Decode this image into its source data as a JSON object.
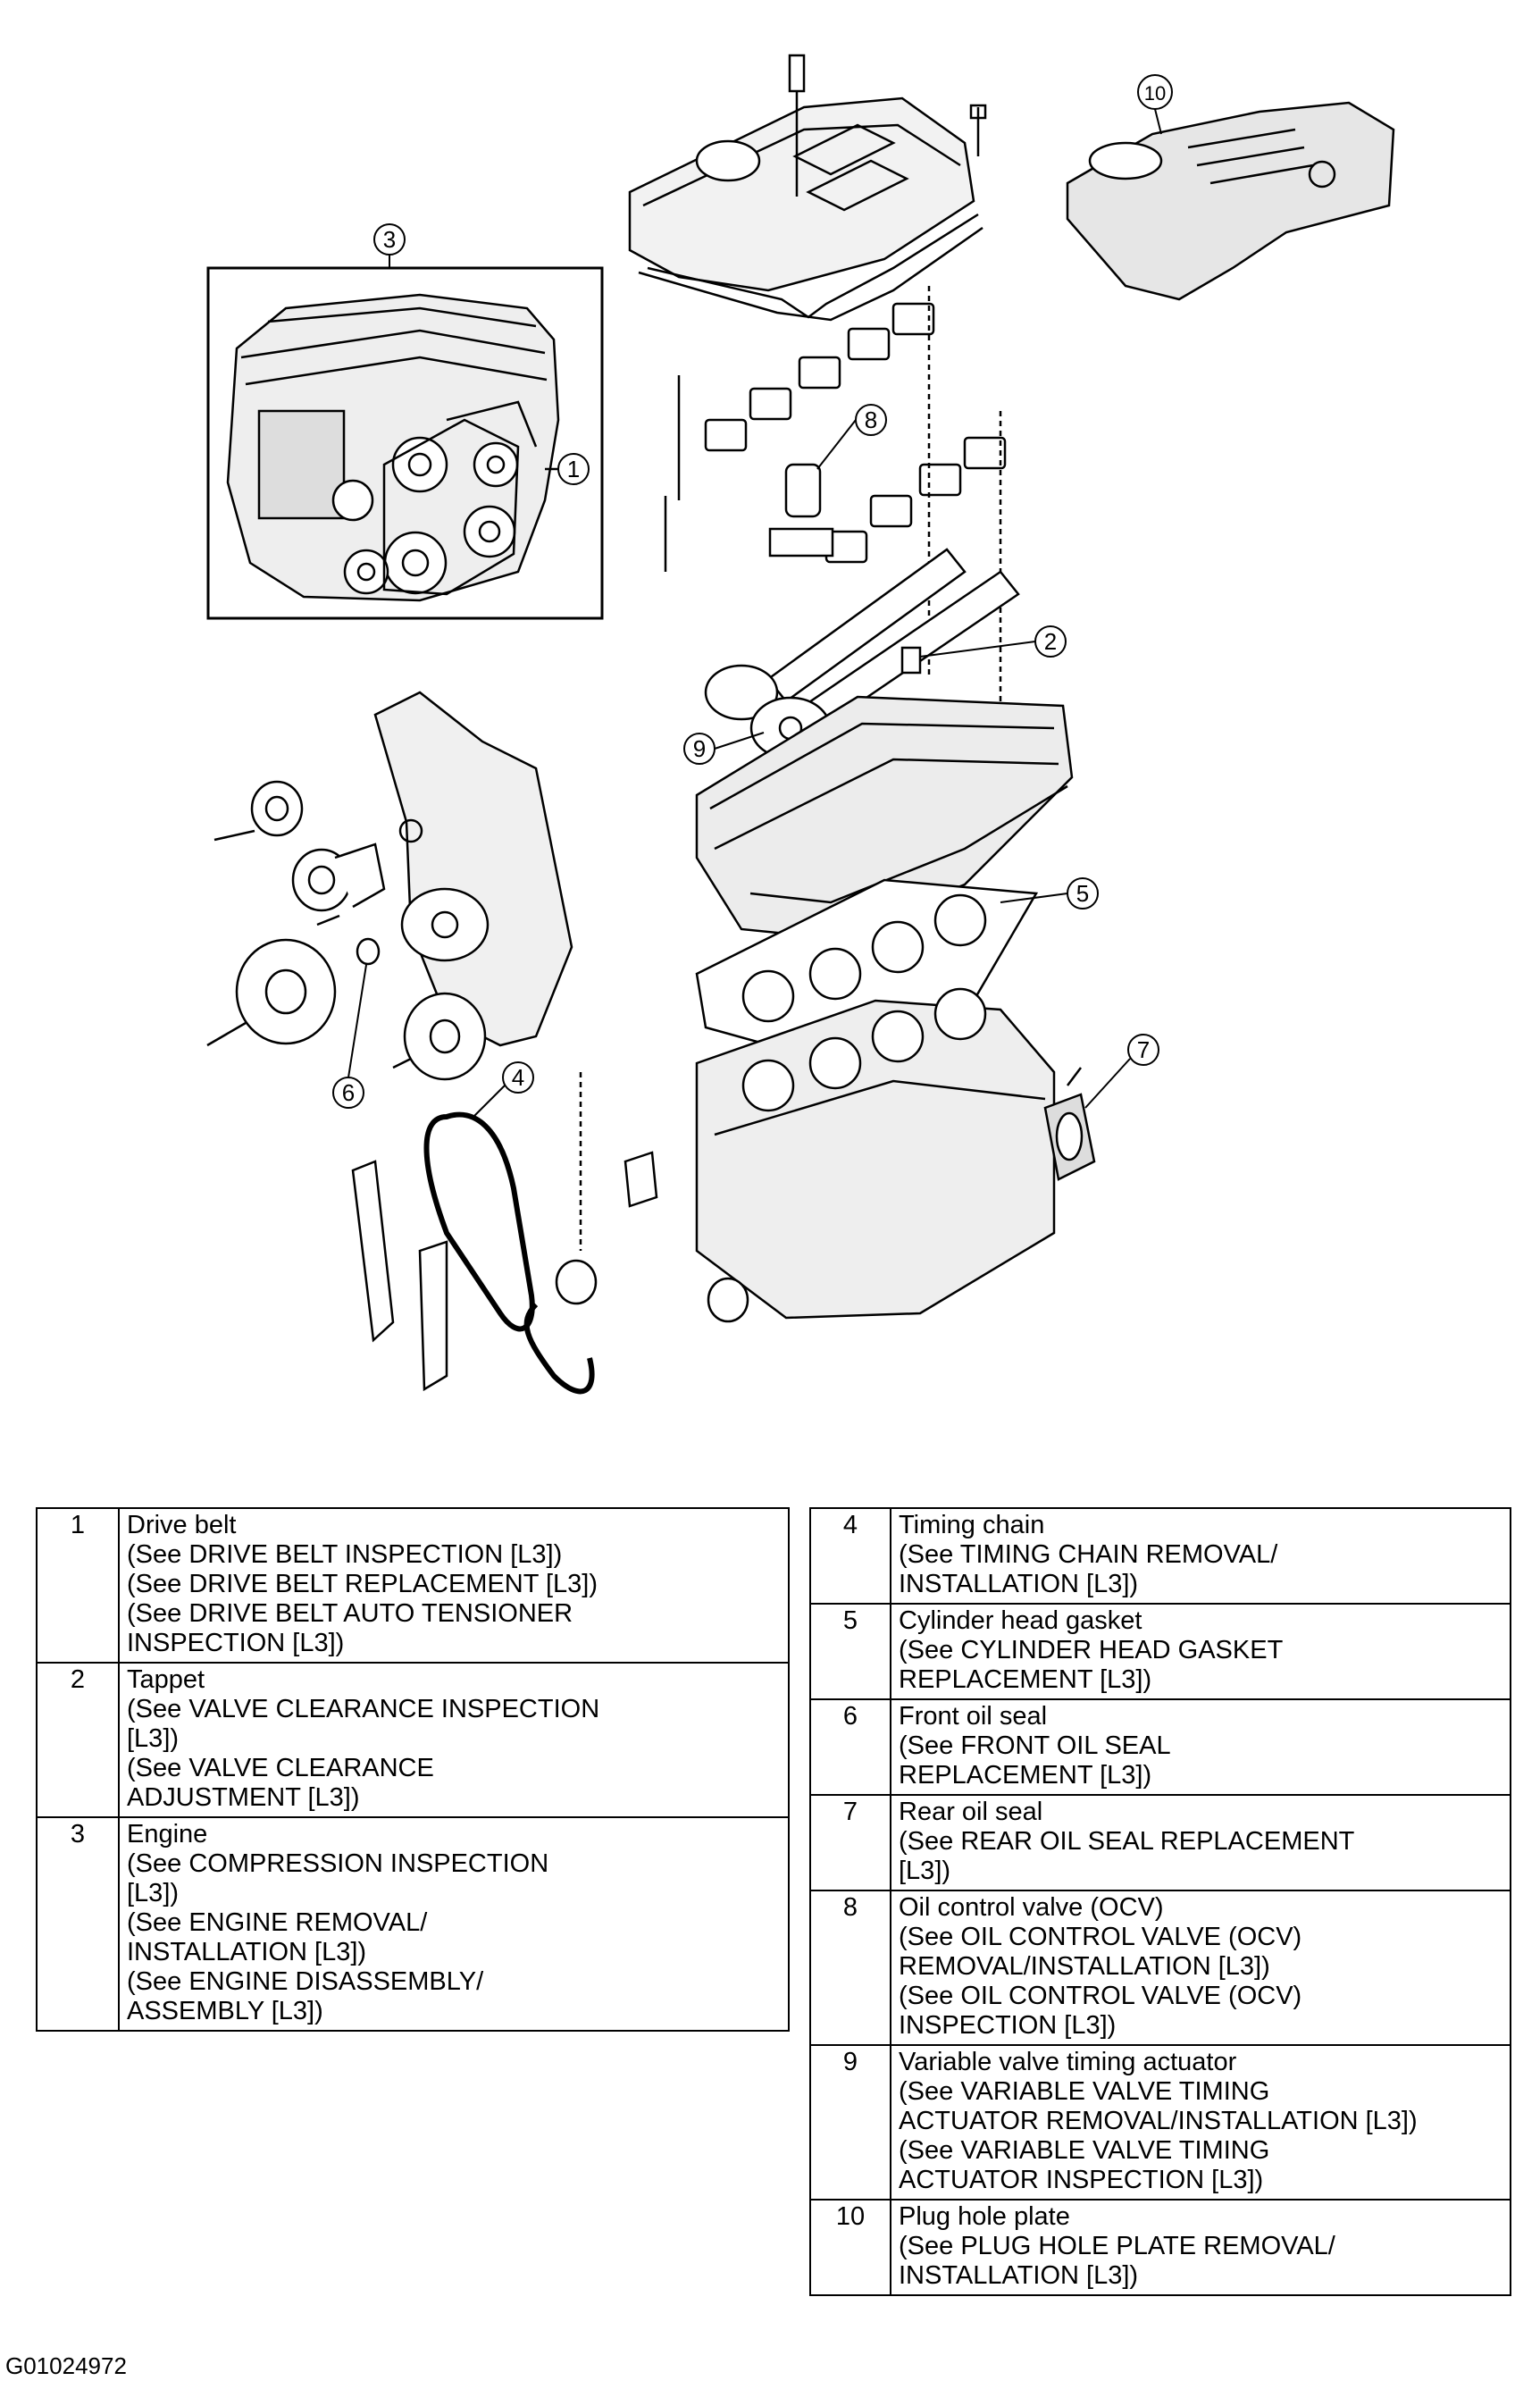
{
  "callouts": [
    "1",
    "2",
    "3",
    "4",
    "5",
    "6",
    "7",
    "8",
    "9",
    "10"
  ],
  "parts_left": [
    {
      "num": "1",
      "lines": [
        "Drive belt",
        "(See  DRIVE BELT INSPECTION [L3])",
        "(See  DRIVE BELT REPLACEMENT [L3])",
        "(See  DRIVE BELT AUTO TENSIONER",
        "INSPECTION [L3])"
      ]
    },
    {
      "num": "2",
      "lines": [
        "Tappet",
        "(See VALVE CLEARANCE INSPECTION",
        "[L3])",
        "(See  VALVE CLEARANCE",
        "ADJUSTMENT [L3])"
      ]
    },
    {
      "num": "3",
      "lines": [
        "Engine",
        "(See  COMPRESSION INSPECTION",
        "[L3])",
        "(See  ENGINE REMOVAL/",
        "INSTALLATION [L3])",
        "(See  ENGINE DISASSEMBLY/",
        "ASSEMBLY [L3])"
      ]
    }
  ],
  "parts_right": [
    {
      "num": "4",
      "lines": [
        "Timing chain",
        "(See  TIMING CHAIN REMOVAL/",
        "INSTALLATION [L3])"
      ]
    },
    {
      "num": "5",
      "lines": [
        "Cylinder head gasket",
        "(See  CYLINDER HEAD GASKET",
        "REPLACEMENT [L3])"
      ]
    },
    {
      "num": "6",
      "lines": [
        "Front oil seal",
        "(See  FRONT OIL SEAL",
        "REPLACEMENT [L3])"
      ]
    },
    {
      "num": "7",
      "lines": [
        "Rear oil seal",
        "(See  REAR OIL SEAL REPLACEMENT",
        "[L3])"
      ]
    },
    {
      "num": "8",
      "lines": [
        "Oil control valve (OCV)",
        "(See  OIL CONTROL VALVE (OCV)",
        "REMOVAL/INSTALLATION [L3])",
        "(See  OIL CONTROL VALVE (OCV)",
        "INSPECTION [L3])"
      ]
    },
    {
      "num": "9",
      "lines": [
        "Variable valve timing actuator",
        "(See  VARIABLE VALVE TIMING",
        "ACTUATOR REMOVAL/INSTALLATION [L3])",
        "(See  VARIABLE VALVE TIMING",
        "ACTUATOR INSPECTION [L3])"
      ]
    },
    {
      "num": "10",
      "lines": [
        "Plug hole plate",
        "(See  PLUG HOLE PLATE REMOVAL/",
        "INSTALLATION [L3])"
      ]
    }
  ],
  "figure_code": "G01024972",
  "colors": {
    "ink": "#000000",
    "paper": "#ffffff",
    "shade": "#d9d9d9"
  }
}
